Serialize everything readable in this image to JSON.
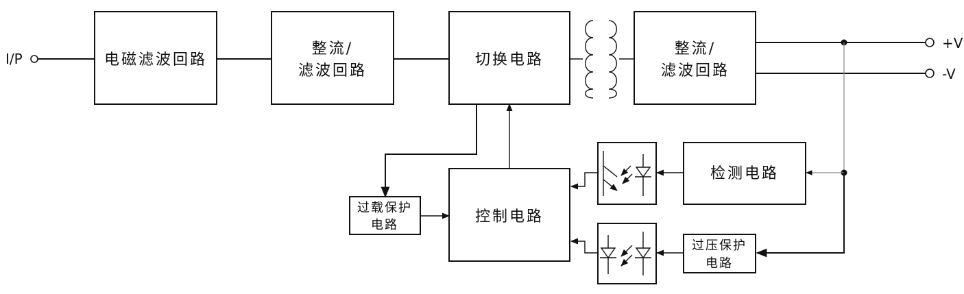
{
  "input_label": "I/P",
  "output_plus": "+V",
  "output_minus": "-V",
  "blocks": {
    "emi_filter": "电磁滤波回路",
    "rectifier_1": [
      "整流/",
      "滤波回路"
    ],
    "switching": "切换电路",
    "rectifier_2": [
      "整流/",
      "滤波回路"
    ],
    "detection": "检测电路",
    "control": "控制电路",
    "overload": [
      "过载保护",
      "电路"
    ],
    "overvoltage": [
      "过压保护",
      "电路"
    ]
  },
  "colors": {
    "line": "#111111",
    "feedback_line": "#8a8a8a"
  }
}
